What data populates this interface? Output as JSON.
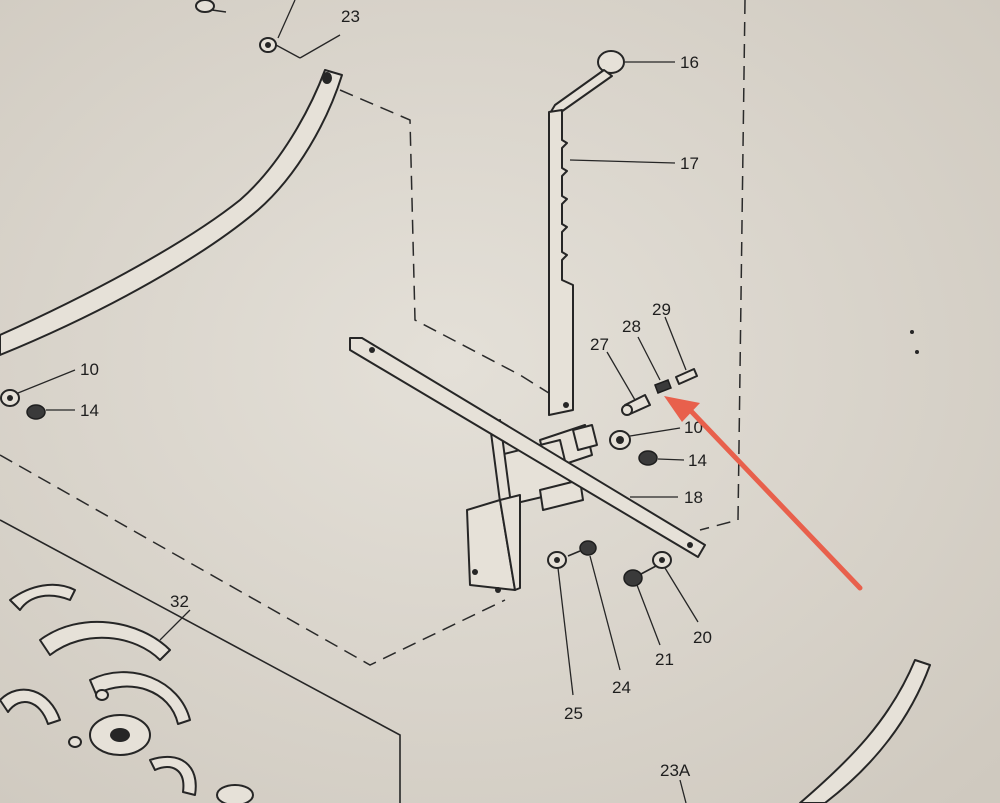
{
  "diagram": {
    "callouts": {
      "c23": "23",
      "c16": "16",
      "c17": "17",
      "c29": "29",
      "c28": "28",
      "c27": "27",
      "c10a": "10",
      "c14a": "14",
      "c10b": "10",
      "c14b": "14",
      "c18": "18",
      "c32": "32",
      "c20": "20",
      "c21": "21",
      "c24": "24",
      "c25": "25",
      "c23a": "23A"
    },
    "annotation": {
      "arrow_color": "#e8604c"
    },
    "paper_color": "#ded9d0"
  }
}
